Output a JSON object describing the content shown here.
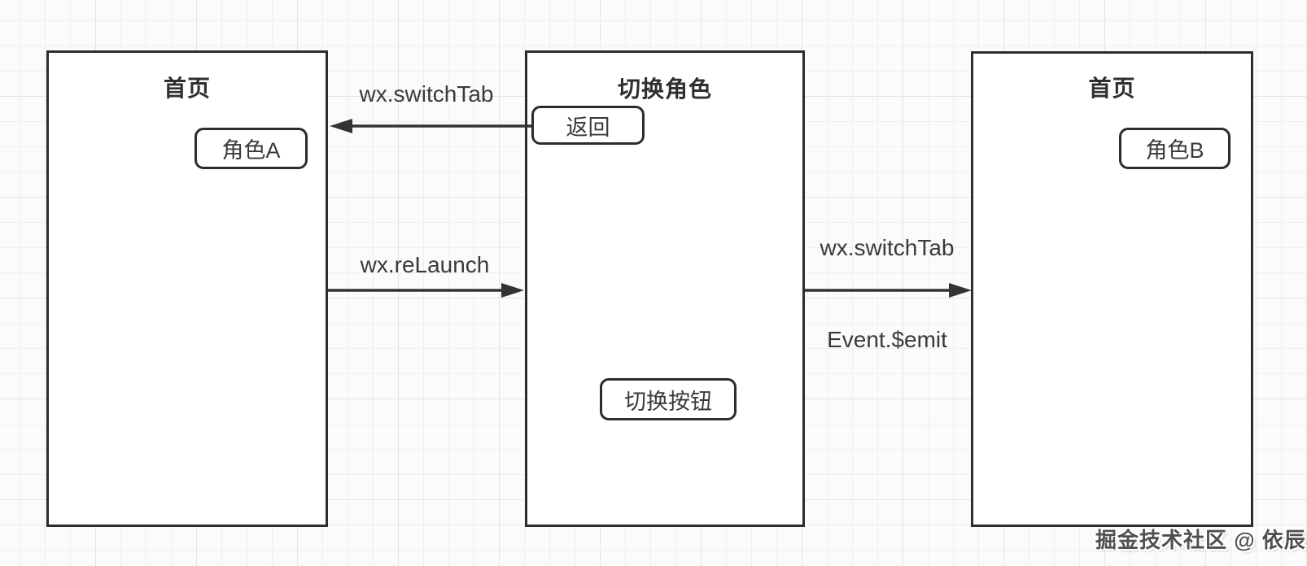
{
  "colors": {
    "background": "#fbfbfb",
    "grid_minor": "#efefef",
    "grid_major": "#e4e4e4",
    "panel_border": "#2d2d2d",
    "panel_fill": "#ffffff",
    "arrow": "#333333",
    "text": "#3a3a3a",
    "watermark": "#4f4f4f"
  },
  "panels": {
    "left": {
      "title": "首页",
      "button": "角色A"
    },
    "middle": {
      "title": "切换角色",
      "back_button": "返回",
      "switch_button": "切换按钮"
    },
    "right": {
      "title": "首页",
      "button": "角色B"
    }
  },
  "arrows": {
    "switch_to_left": {
      "label": "wx.switchTab",
      "direction": "left"
    },
    "left_to_switch": {
      "label": "wx.reLaunch",
      "direction": "right"
    },
    "switch_to_right": {
      "label_top": "wx.switchTab",
      "label_bottom": "Event.$emit",
      "direction": "right"
    }
  },
  "watermark": {
    "text": "掘金技术社区 @ 依辰"
  }
}
